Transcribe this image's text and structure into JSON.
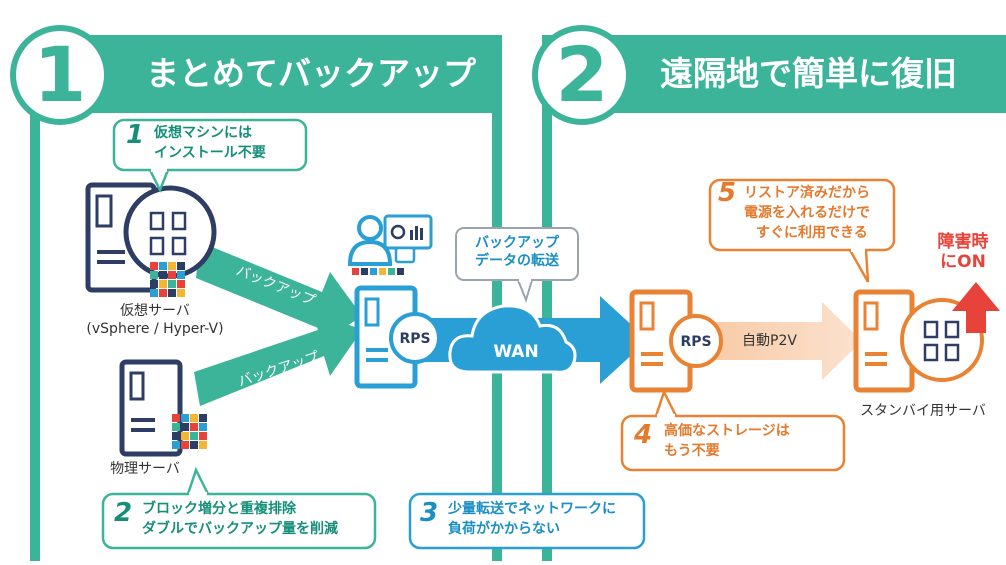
{
  "sections": [
    {
      "number": "1",
      "title": "まとめてバックアップ"
    },
    {
      "number": "2",
      "title": "遠隔地で簡単に復旧"
    }
  ],
  "callouts": {
    "c1": {
      "num": "1",
      "line1": "仮想マシンには",
      "line2": "インストール不要"
    },
    "c2": {
      "num": "2",
      "line1": "ブロック増分と重複排除",
      "line2": "ダブルでバックアップ量を削減"
    },
    "c3": {
      "num": "3",
      "line1": "少量転送でネットワークに",
      "line2": "負荷がかからない"
    },
    "c4": {
      "num": "4",
      "line1": "高価なストレージは",
      "line2": "もう不要"
    },
    "c5": {
      "num": "5",
      "line1": "リストア済みだから",
      "line2": "電源を入れるだけで",
      "line3": "すぐに利用できる"
    }
  },
  "labels": {
    "virtual_server_line1": "仮想サーバ",
    "virtual_server_line2": "(vSphere / Hyper-V)",
    "physical_server": "物理サーバ",
    "standby_server": "スタンバイ用サーバ",
    "transfer_line1": "バックアップ",
    "transfer_line2": "データの転送",
    "failure_line1": "障害時",
    "failure_line2": "にON"
  },
  "arrows": {
    "backup_top": "バックアップ",
    "backup_bottom": "バックアップ",
    "p2v": "自動P2V"
  },
  "nodes": {
    "rps_main": "RPS",
    "rps_remote": "RPS",
    "wan": "WAN"
  },
  "colors": {
    "teal": "#3cb49a",
    "teal_dark": "#158f7a",
    "blue": "#2a9fd6",
    "orange": "#ea8233",
    "red": "#e8433a",
    "navy": "#2e3d63"
  }
}
